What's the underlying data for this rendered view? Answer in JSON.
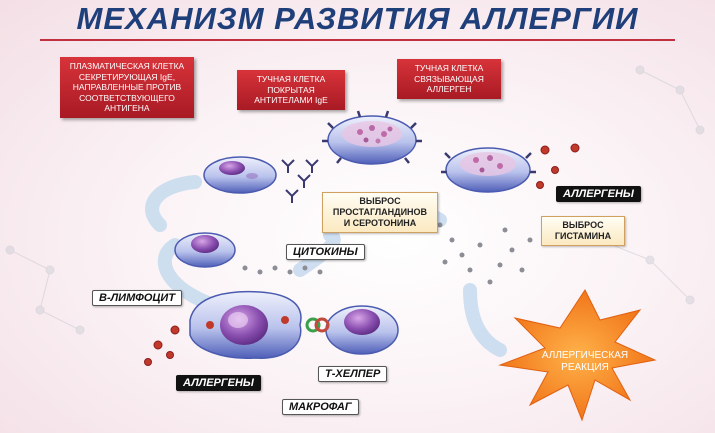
{
  "title": "МЕХАНИЗМ РАЗВИТИЯ АЛЛЕРГИИ",
  "callouts": {
    "plasma_cell": "ПЛАЗМАТИЧЕСКАЯ КЛЕТКА СЕКРЕТИРУЮЩАЯ IgE, НАПРАВЛЕННЫЕ ПРОТИВ СООТВЕТСТВУЮЩЕГО АНТИГЕНА",
    "mast_cell_coated": "ТУЧНАЯ КЛЕТКА ПОКРЫТАЯ АНТИТЕЛАМИ IgE",
    "mast_cell_binding": "ТУЧНАЯ КЛЕТКА СВЯЗЫВАЮЩАЯ АЛЛЕРГЕН"
  },
  "notes": {
    "prostaglandins": "ВЫБРОС ПРОСТАГЛАНДИНОВ И СЕРОТОНИНА",
    "histamine": "ВЫБРОС ГИСТАМИНА"
  },
  "labels": {
    "allergens_right": "АЛЛЕРГЕНЫ",
    "cytokines": "ЦИТОКИНЫ",
    "b_lymphocyte": "В-ЛИМФОЦИТ",
    "allergens_bottom": "АЛЛЕРГЕНЫ",
    "t_helper": "Т-ХЕЛПЕР",
    "macrophage": "МАКРОФАГ",
    "allergic_reaction": "АЛЛЕРГИЧЕСКАЯ РЕАКЦИЯ"
  },
  "colors": {
    "title": "#1f3f7a",
    "callout_red": "#c62a33",
    "cell_blue": "#5a6cc4",
    "nucleus_purple": "#7a4a9c",
    "burst_orange": "#f58a1f",
    "arrow_blue": "#c9dcef"
  }
}
